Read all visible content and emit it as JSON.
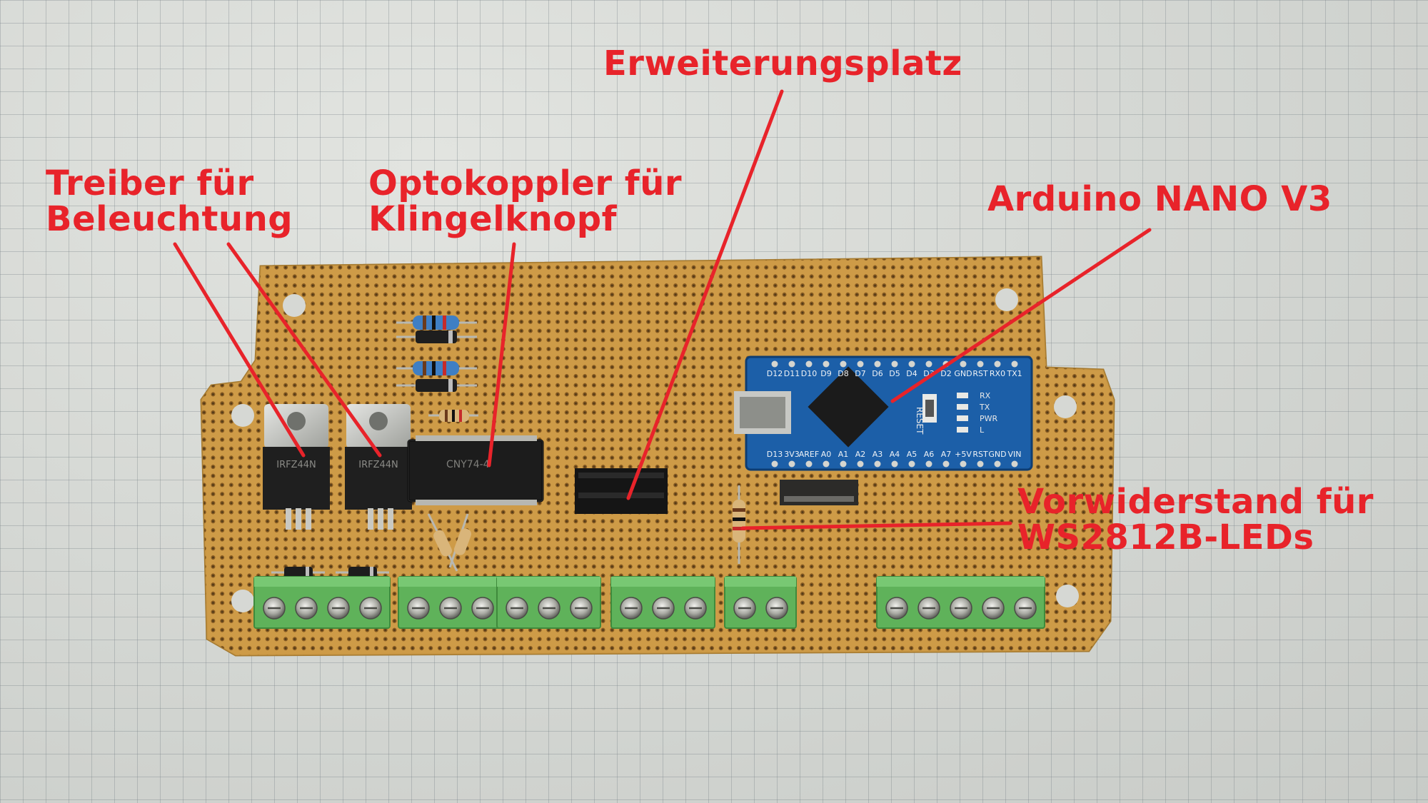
{
  "labels": {
    "expansion": "Erweiterungsplatz",
    "driver_line1": "Treiber für",
    "driver_line2": "Beleuchtung",
    "opto_line1": "Optokoppler für",
    "opto_line2": "Klingelknopf",
    "arduino": "Arduino NANO V3",
    "resistor_line1": "Vorwiderstand für",
    "resistor_line2": "WS2812B-LEDs"
  },
  "components": {
    "mosfet1_text": "IRFZ44N",
    "mosfet2_text": "IRFZ44N",
    "opto_chip_text": "CNY74-4",
    "nano_top_pins": [
      "D12",
      "D11",
      "D10",
      "D9",
      "D8",
      "D7",
      "D6",
      "D5",
      "D4",
      "D3",
      "D2",
      "GND",
      "RST",
      "RX0",
      "TX1"
    ],
    "nano_bottom_pins": [
      "D13",
      "3V3",
      "AREF",
      "A0",
      "A1",
      "A2",
      "A3",
      "A4",
      "A5",
      "A6",
      "A7",
      "+5V",
      "RST",
      "GND",
      "VIN"
    ],
    "nano_reset_label": "RESET",
    "nano_led_labels": [
      "RX",
      "TX",
      "PWR",
      "L"
    ]
  },
  "colors": {
    "annotation_red": "#e8232a",
    "pcb": "#c99843",
    "terminal_green": "#5fb25a",
    "arduino_blue": "#1c5fa8"
  }
}
